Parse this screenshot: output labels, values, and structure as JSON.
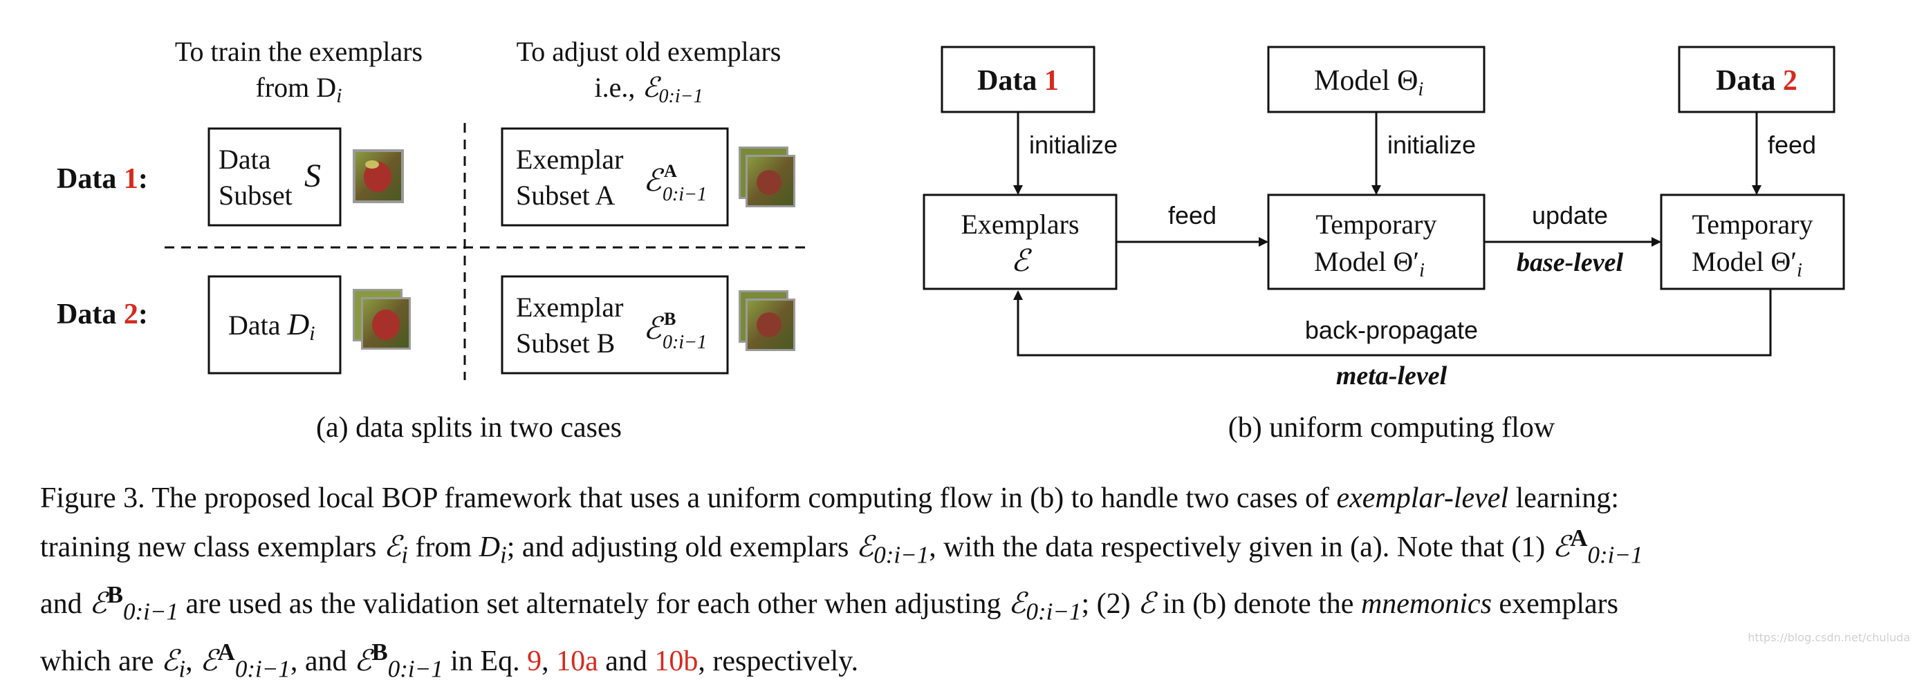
{
  "panel_a": {
    "col1_header": [
      "To train the exemplars",
      "from D",
      "i"
    ],
    "col2_header": [
      "To adjust old exemplars",
      "i.e., ",
      "ℰ",
      "0:i−1"
    ],
    "row1_label": {
      "prefix": "Data ",
      "num": "1",
      "suffix": ":"
    },
    "row2_label": {
      "prefix": "Data ",
      "num": "2",
      "suffix": ":"
    },
    "box_data_subset": {
      "line1": "Data",
      "line2": "Subset",
      "symbol": "S"
    },
    "box_exemplar_a": {
      "line1": "Exemplar",
      "line2": "Subset A",
      "symbol": "ℰ",
      "sup": "A",
      "sub": "0:i−1"
    },
    "box_data_di": {
      "text": "Data ",
      "symbol": "D",
      "sub": "i"
    },
    "box_exemplar_b": {
      "line1": "Exemplar",
      "line2": "Subset B",
      "symbol": "ℰ",
      "sup": "B",
      "sub": "0:i−1"
    },
    "subcaption": "(a) data splits in two cases"
  },
  "panel_b": {
    "data1": {
      "prefix": "Data ",
      "num": "1"
    },
    "model": {
      "text": "Model  Θ",
      "sub": "i"
    },
    "data2": {
      "prefix": "Data ",
      "num": "2"
    },
    "exemplars": {
      "line1": "Exemplars",
      "symbol": "ℰ"
    },
    "temp_model_1": {
      "line1": "Temporary",
      "line2": "Model  Θ′",
      "sub": "i"
    },
    "temp_model_2": {
      "line1": "Temporary",
      "line2": "Model  Θ′",
      "sub": "i"
    },
    "edge_initialize_1": "initialize",
    "edge_initialize_2": "initialize",
    "edge_feed_top": "feed",
    "edge_feed_mid": "feed",
    "edge_update": "update",
    "base_level": "base-level",
    "back_propagate": "back-propagate",
    "meta_level": "meta-level",
    "subcaption": "(b) uniform computing flow"
  },
  "caption": {
    "line1": {
      "a": "Figure 3. The proposed local BOP framework that uses a uniform computing flow in (b) to handle two cases of ",
      "em": "exemplar-level",
      "b": " learning:"
    },
    "line2": {
      "a": "training new class exemplars ",
      "e": "ℰ",
      "e_sub": "i",
      "b": " from ",
      "d": "D",
      "d_sub": "i",
      "c": "; and adjusting old exemplars ",
      "e2": "ℰ",
      "e2_sub": "0:i−1",
      "d2": ", with the data respectively given in (a). Note that (1) ",
      "e3": "ℰ",
      "e3_sup": "A",
      "e3_sub": "0:i−1"
    },
    "line3": {
      "a": "and ",
      "e": "ℰ",
      "e_sup": "B",
      "e_sub": "0:i−1",
      "b": " are used as the validation set alternately for each other when adjusting ",
      "e2": "ℰ",
      "e2_sub": "0:i−1",
      "c": "; (2) ",
      "e3": "ℰ",
      "d": " in (b) denote the ",
      "em": "mnemonics",
      "f": " exemplars"
    },
    "line4": {
      "a": "which are ",
      "e": "ℰ",
      "e_sub": "i",
      "b": ", ",
      "e2": "ℰ",
      "e2_sup": "A",
      "e2_sub": "0:i−1",
      "c": ", and ",
      "e3": "ℰ",
      "e3_sup": "B",
      "e3_sub": "0:i−1",
      "d": " in Eq. ",
      "ref1": "9",
      "e_sep": ", ",
      "ref2": "10a",
      "f": " and  ",
      "ref3": "10b",
      "g": ", respectively."
    }
  },
  "watermark": "https://blog.csdn.net/chuluda",
  "colors": {
    "accent_red": "#d62a1e",
    "ink": "#111111",
    "thumb_green": "#6a7a32",
    "thumb_red": "#a8302a"
  }
}
